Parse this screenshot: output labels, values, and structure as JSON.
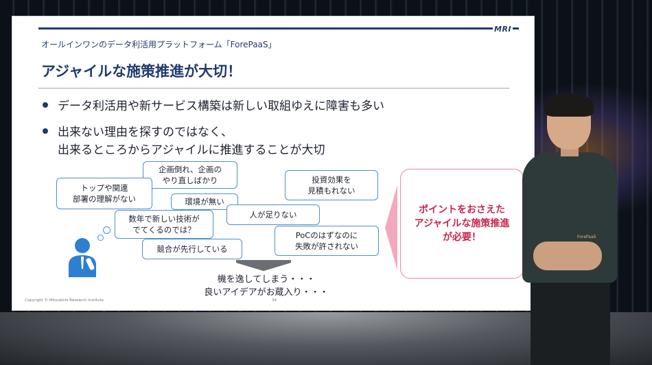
{
  "slide": {
    "logo": "MRI",
    "subtitle": "オールインワンのデータ利活用プラットフォーム「ForePaaS」",
    "title": "アジャイルな施策推進が大切！",
    "bullets": [
      "データ利活用や新サービス構築は新しい取組ゆえに障害も多い",
      "出来ない理由を探すのではなく、",
      "出来るところからアジャイルに推進することが大切"
    ],
    "obstacles": [
      "企画倒れ、企画の\nやり直しばかり",
      "トップや関連\n部署の理解がない",
      "環境が無い",
      "投資効果を\n見積もれない",
      "人が足りない",
      "数年で新しい技術が\nでてくるのでは？",
      "PoCのはずなのに\n失敗が許されない",
      "競合が先行している"
    ],
    "conclusion_line1": "機を逸してしまう・・・",
    "conclusion_line2": "良いアイデアがお蔵入り・・・",
    "point_box": "ポイントをおさえた\nアジャイルな施策推進\nが必要！",
    "copyright": "Copyright © Mitsubishi Research Institute",
    "page_number": "34"
  },
  "presenter": {
    "shirt_logo": "ForePaaS"
  },
  "colors": {
    "navy": "#1f3b6d",
    "bubble_border": "#4a8fd0",
    "point_text": "#c8264f",
    "point_border": "#e58aa6"
  }
}
